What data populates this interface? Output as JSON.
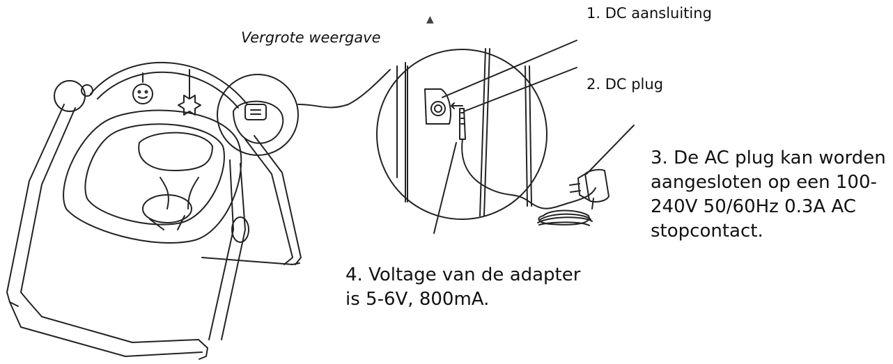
{
  "marker": "▲",
  "zoom_caption": "Vergrote weergave",
  "callouts": {
    "dc_port": "1. DC aansluiting",
    "dc_plug": "2. DC plug",
    "ac_plug": [
      "3. De AC plug kan worden",
      "aangesloten op een 100-",
      "240V 50/60Hz 0.3A AC",
      "stopcontact."
    ],
    "adapter": [
      "4. Voltage van de adapter",
      "is 5-6V, 800mA."
    ]
  }
}
